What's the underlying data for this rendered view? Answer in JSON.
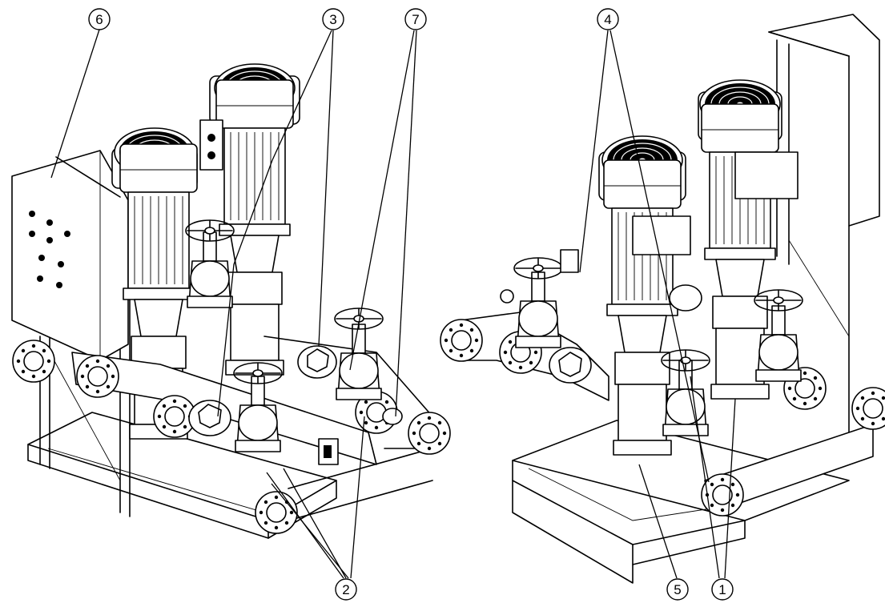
{
  "diagram": {
    "callouts": [
      {
        "id": "c1",
        "label": "1"
      },
      {
        "id": "c2",
        "label": "2"
      },
      {
        "id": "c3",
        "label": "3"
      },
      {
        "id": "c4",
        "label": "4"
      },
      {
        "id": "c5",
        "label": "5"
      },
      {
        "id": "c6",
        "label": "6"
      },
      {
        "id": "c7",
        "label": "7"
      }
    ]
  },
  "colors": {
    "ink": "#000000",
    "background": "#ffffff"
  }
}
